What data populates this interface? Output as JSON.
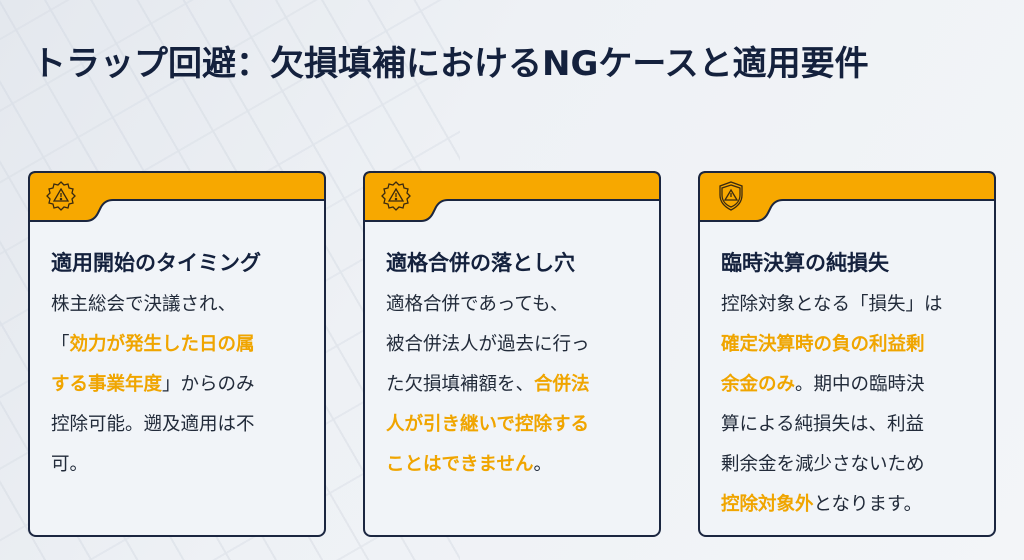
{
  "title": "トラップ回避：欠損填補におけるNGケースと適用要件",
  "colors": {
    "accent": "#f7a800",
    "navy": "#14213d"
  },
  "cards": [
    {
      "icon": "gear-warning-icon",
      "title": "適用開始のタイミング",
      "lines": [
        [
          {
            "t": "株主総会で決議され、",
            "h": false
          }
        ],
        [
          {
            "t": "「",
            "h": false
          },
          {
            "t": "効力が発生した日の属",
            "h": true
          }
        ],
        [
          {
            "t": "する事業年度",
            "h": true
          },
          {
            "t": "」からのみ",
            "h": false
          }
        ],
        [
          {
            "t": "控除可能。遡及適用は不",
            "h": false
          }
        ],
        [
          {
            "t": "可。",
            "h": false
          }
        ]
      ]
    },
    {
      "icon": "gear-warning-icon",
      "title": "適格合併の落とし穴",
      "lines": [
        [
          {
            "t": "適格合併であっても、",
            "h": false
          }
        ],
        [
          {
            "t": "被合併法人が過去に行っ",
            "h": false
          }
        ],
        [
          {
            "t": "た欠損填補額を、",
            "h": false
          },
          {
            "t": "合併法",
            "h": true
          }
        ],
        [
          {
            "t": "人が引き継いで控除する",
            "h": true
          }
        ],
        [
          {
            "t": "ことはできません",
            "h": true
          },
          {
            "t": "。",
            "h": false
          }
        ]
      ]
    },
    {
      "icon": "shield-warning-icon",
      "title": "臨時決算の純損失",
      "lines": [
        [
          {
            "t": "控除対象となる「損失」は",
            "h": false
          }
        ],
        [
          {
            "t": "確定決算時の負の利益剰",
            "h": true
          }
        ],
        [
          {
            "t": "余金のみ",
            "h": true
          },
          {
            "t": "。期中の臨時決",
            "h": false
          }
        ],
        [
          {
            "t": "算による純損失は、利益",
            "h": false
          }
        ],
        [
          {
            "t": "剰余金を減少さないため",
            "h": false
          }
        ],
        [
          {
            "t": "控除対象外",
            "h": true
          },
          {
            "t": "となります。",
            "h": false
          }
        ]
      ]
    }
  ]
}
